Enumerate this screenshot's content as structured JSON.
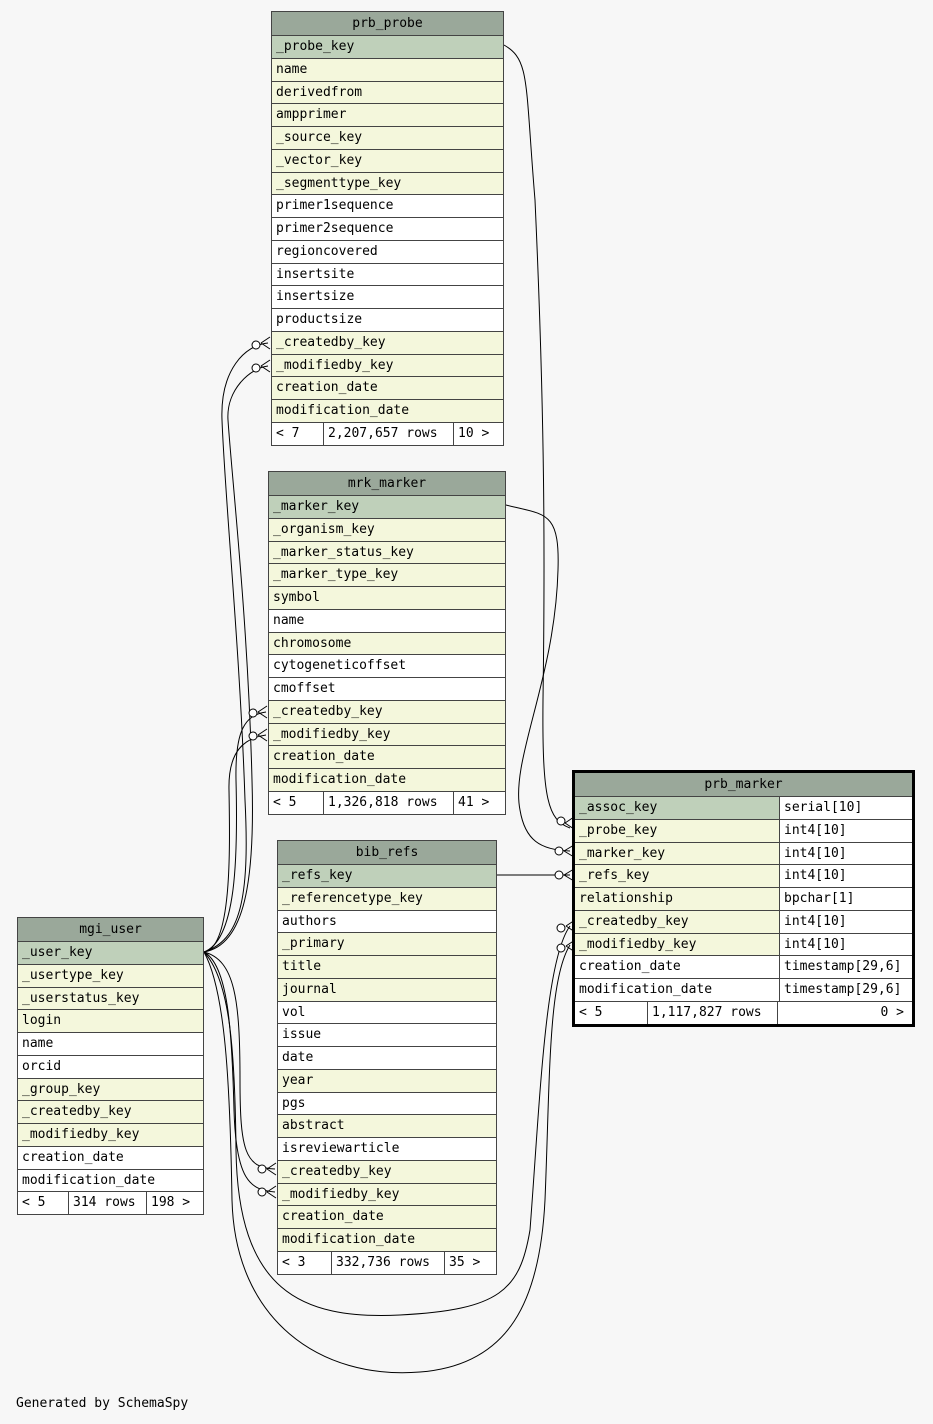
{
  "tables": {
    "prb_probe": {
      "name": "prb_probe",
      "columns": [
        {
          "name": "_probe_key",
          "kind": "pk"
        },
        {
          "name": "name",
          "kind": "fk"
        },
        {
          "name": "derivedfrom",
          "kind": "fk"
        },
        {
          "name": "ampprimer",
          "kind": "fk"
        },
        {
          "name": "_source_key",
          "kind": "fk"
        },
        {
          "name": "_vector_key",
          "kind": "fk"
        },
        {
          "name": "_segmenttype_key",
          "kind": "fk"
        },
        {
          "name": "primer1sequence",
          "kind": "plain"
        },
        {
          "name": "primer2sequence",
          "kind": "plain"
        },
        {
          "name": "regioncovered",
          "kind": "plain"
        },
        {
          "name": "insertsite",
          "kind": "plain"
        },
        {
          "name": "insertsize",
          "kind": "plain"
        },
        {
          "name": "productsize",
          "kind": "plain"
        },
        {
          "name": "_createdby_key",
          "kind": "fk"
        },
        {
          "name": "_modifiedby_key",
          "kind": "fk"
        },
        {
          "name": "creation_date",
          "kind": "fk"
        },
        {
          "name": "modification_date",
          "kind": "fk"
        }
      ],
      "footer": {
        "parents": "< 7",
        "rows": "2,207,657 rows",
        "children": "10 >"
      }
    },
    "mrk_marker": {
      "name": "mrk_marker",
      "columns": [
        {
          "name": "_marker_key",
          "kind": "pk"
        },
        {
          "name": "_organism_key",
          "kind": "fk"
        },
        {
          "name": "_marker_status_key",
          "kind": "fk"
        },
        {
          "name": "_marker_type_key",
          "kind": "fk"
        },
        {
          "name": "symbol",
          "kind": "fk"
        },
        {
          "name": "name",
          "kind": "plain"
        },
        {
          "name": "chromosome",
          "kind": "fk"
        },
        {
          "name": "cytogeneticoffset",
          "kind": "plain"
        },
        {
          "name": "cmoffset",
          "kind": "plain"
        },
        {
          "name": "_createdby_key",
          "kind": "fk"
        },
        {
          "name": "_modifiedby_key",
          "kind": "fk"
        },
        {
          "name": "creation_date",
          "kind": "fk"
        },
        {
          "name": "modification_date",
          "kind": "fk"
        }
      ],
      "footer": {
        "parents": "< 5",
        "rows": "1,326,818 rows",
        "children": "41 >"
      }
    },
    "bib_refs": {
      "name": "bib_refs",
      "columns": [
        {
          "name": "_refs_key",
          "kind": "pk"
        },
        {
          "name": "_referencetype_key",
          "kind": "fk"
        },
        {
          "name": "authors",
          "kind": "plain"
        },
        {
          "name": "_primary",
          "kind": "fk"
        },
        {
          "name": "title",
          "kind": "fk"
        },
        {
          "name": "journal",
          "kind": "fk"
        },
        {
          "name": "vol",
          "kind": "plain"
        },
        {
          "name": "issue",
          "kind": "plain"
        },
        {
          "name": "date",
          "kind": "plain"
        },
        {
          "name": "year",
          "kind": "fk"
        },
        {
          "name": "pgs",
          "kind": "plain"
        },
        {
          "name": "abstract",
          "kind": "fk"
        },
        {
          "name": "isreviewarticle",
          "kind": "plain"
        },
        {
          "name": "_createdby_key",
          "kind": "fk"
        },
        {
          "name": "_modifiedby_key",
          "kind": "fk"
        },
        {
          "name": "creation_date",
          "kind": "fk"
        },
        {
          "name": "modification_date",
          "kind": "fk"
        }
      ],
      "footer": {
        "parents": "< 3",
        "rows": "332,736 rows",
        "children": "35 >"
      }
    },
    "mgi_user": {
      "name": "mgi_user",
      "columns": [
        {
          "name": "_user_key",
          "kind": "pk"
        },
        {
          "name": "_usertype_key",
          "kind": "fk"
        },
        {
          "name": "_userstatus_key",
          "kind": "fk"
        },
        {
          "name": "login",
          "kind": "fk"
        },
        {
          "name": "name",
          "kind": "plain"
        },
        {
          "name": "orcid",
          "kind": "plain"
        },
        {
          "name": "_group_key",
          "kind": "fk"
        },
        {
          "name": "_createdby_key",
          "kind": "fk"
        },
        {
          "name": "_modifiedby_key",
          "kind": "fk"
        },
        {
          "name": "creation_date",
          "kind": "plain"
        },
        {
          "name": "modification_date",
          "kind": "plain"
        }
      ],
      "footer": {
        "parents": "< 5",
        "rows": "314 rows",
        "children": "198 >"
      }
    },
    "prb_marker": {
      "name": "prb_marker",
      "columns": [
        {
          "name": "_assoc_key",
          "kind": "pk",
          "type": "serial[10]"
        },
        {
          "name": "_probe_key",
          "kind": "fk",
          "type": "int4[10]"
        },
        {
          "name": "_marker_key",
          "kind": "fk",
          "type": "int4[10]"
        },
        {
          "name": "_refs_key",
          "kind": "fk",
          "type": "int4[10]"
        },
        {
          "name": "relationship",
          "kind": "fk",
          "type": "bpchar[1]"
        },
        {
          "name": "_createdby_key",
          "kind": "fk",
          "type": "int4[10]"
        },
        {
          "name": "_modifiedby_key",
          "kind": "fk",
          "type": "int4[10]"
        },
        {
          "name": "creation_date",
          "kind": "plain",
          "type": "timestamp[29,6]"
        },
        {
          "name": "modification_date",
          "kind": "plain",
          "type": "timestamp[29,6]"
        }
      ],
      "footer": {
        "parents": "< 5",
        "rows": "1,117,827 rows",
        "children": "0 >"
      }
    }
  },
  "relationships": [
    {
      "from": "prb_probe._probe_key",
      "to": "prb_marker._probe_key"
    },
    {
      "from": "mrk_marker._marker_key",
      "to": "prb_marker._marker_key"
    },
    {
      "from": "bib_refs._refs_key",
      "to": "prb_marker._refs_key"
    },
    {
      "from": "mgi_user._user_key",
      "to": "prb_marker._createdby_key"
    },
    {
      "from": "mgi_user._user_key",
      "to": "prb_marker._modifiedby_key"
    },
    {
      "from": "mgi_user._user_key",
      "to": "prb_probe._createdby_key"
    },
    {
      "from": "mgi_user._user_key",
      "to": "prb_probe._modifiedby_key"
    },
    {
      "from": "mgi_user._user_key",
      "to": "mrk_marker._createdby_key"
    },
    {
      "from": "mgi_user._user_key",
      "to": "mrk_marker._modifiedby_key"
    },
    {
      "from": "mgi_user._user_key",
      "to": "bib_refs._createdby_key"
    },
    {
      "from": "mgi_user._user_key",
      "to": "bib_refs._modifiedby_key"
    }
  ],
  "footer_text": "Generated by SchemaSpy",
  "colors": {
    "header": "#9aa89a",
    "primary_key": "#bfd0ba",
    "foreign_key": "#f4f7dc",
    "background": "#f7f7f7"
  }
}
